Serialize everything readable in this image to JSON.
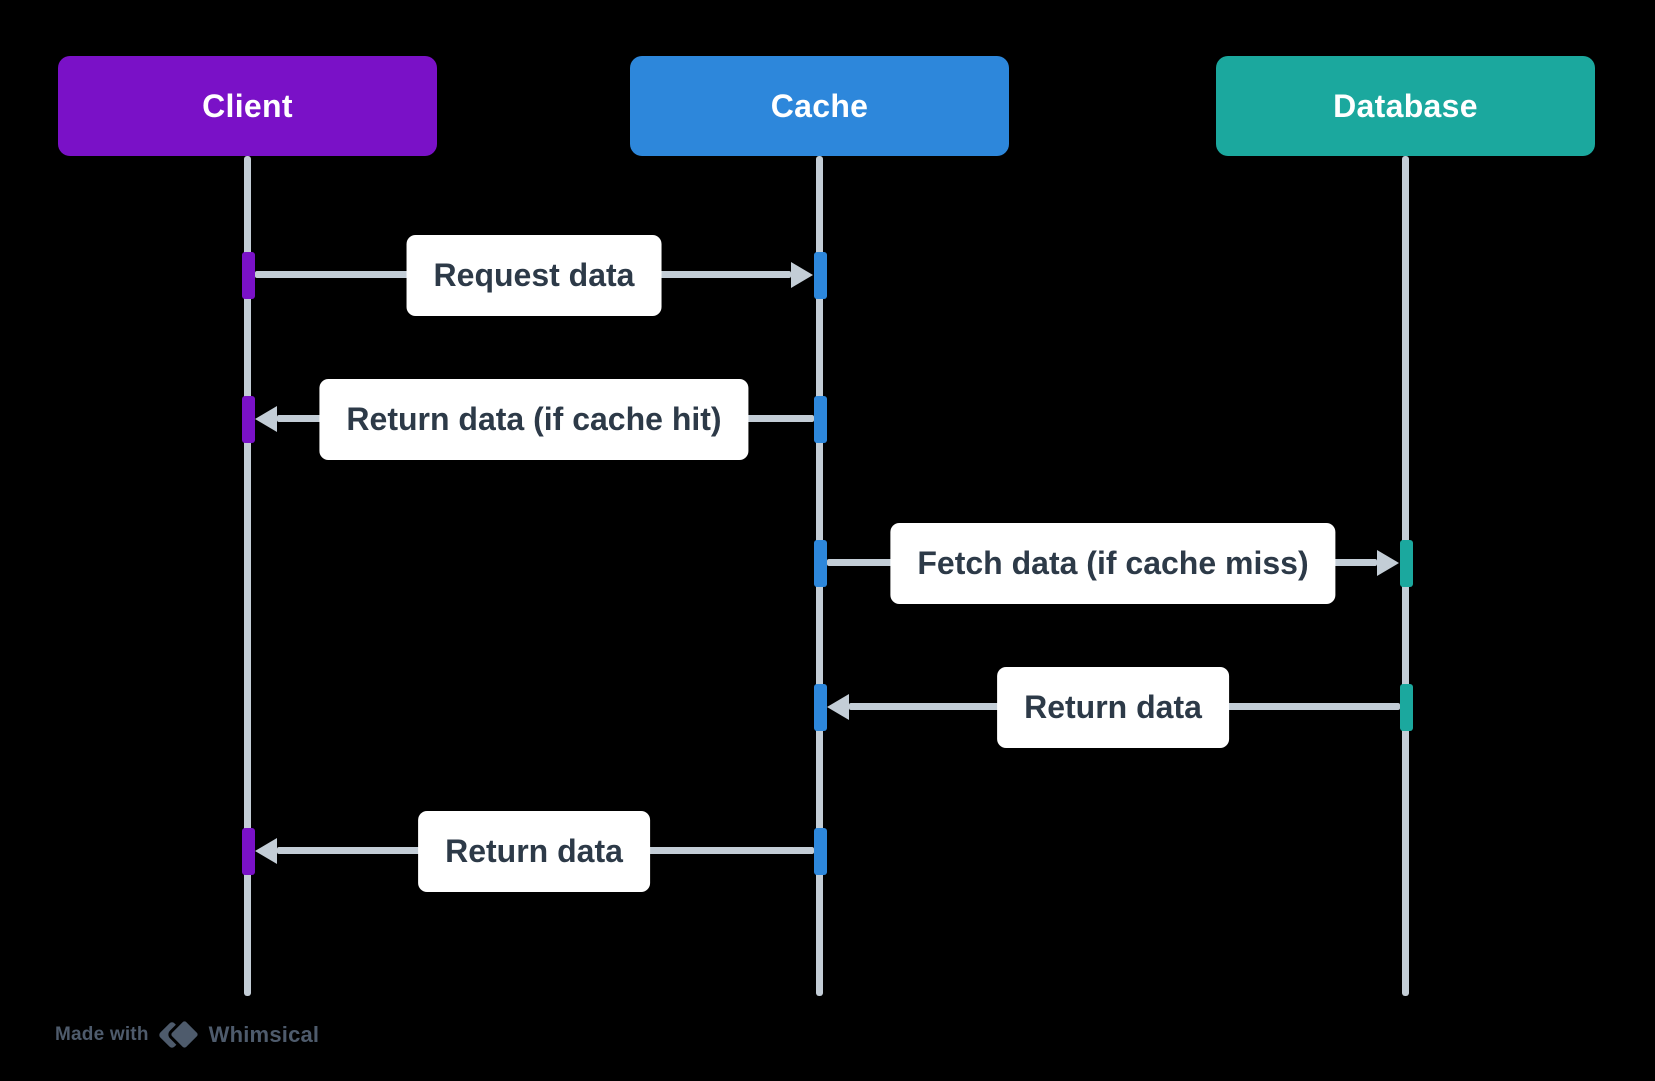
{
  "diagram": {
    "type": "sequence",
    "actors": [
      {
        "id": "client",
        "label": "Client",
        "color": "#7A11C7"
      },
      {
        "id": "cache",
        "label": "Cache",
        "color": "#2D87DB"
      },
      {
        "id": "database",
        "label": "Database",
        "color": "#1BA89E"
      }
    ],
    "messages": [
      {
        "label": "Request data",
        "from": "Client",
        "to": "Cache",
        "direction": "right"
      },
      {
        "label": "Return data (if cache hit)",
        "from": "Cache",
        "to": "Client",
        "direction": "left"
      },
      {
        "label": "Fetch data (if cache miss)",
        "from": "Cache",
        "to": "Database",
        "direction": "right"
      },
      {
        "label": "Return data",
        "from": "Database",
        "to": "Cache",
        "direction": "left"
      },
      {
        "label": "Return data",
        "from": "Cache",
        "to": "Client",
        "direction": "left"
      }
    ],
    "colors": {
      "background": "#000000",
      "lifeline": "#C3CDD6",
      "arrow": "#C3CDD6",
      "label_text": "#2D3A48",
      "label_background": "#FFFFFF",
      "watermark": "#4E5B6C"
    }
  },
  "watermark": {
    "prefix": "Made with",
    "brand": "Whimsical",
    "logo_icon": "whimsical-diamonds-icon"
  }
}
